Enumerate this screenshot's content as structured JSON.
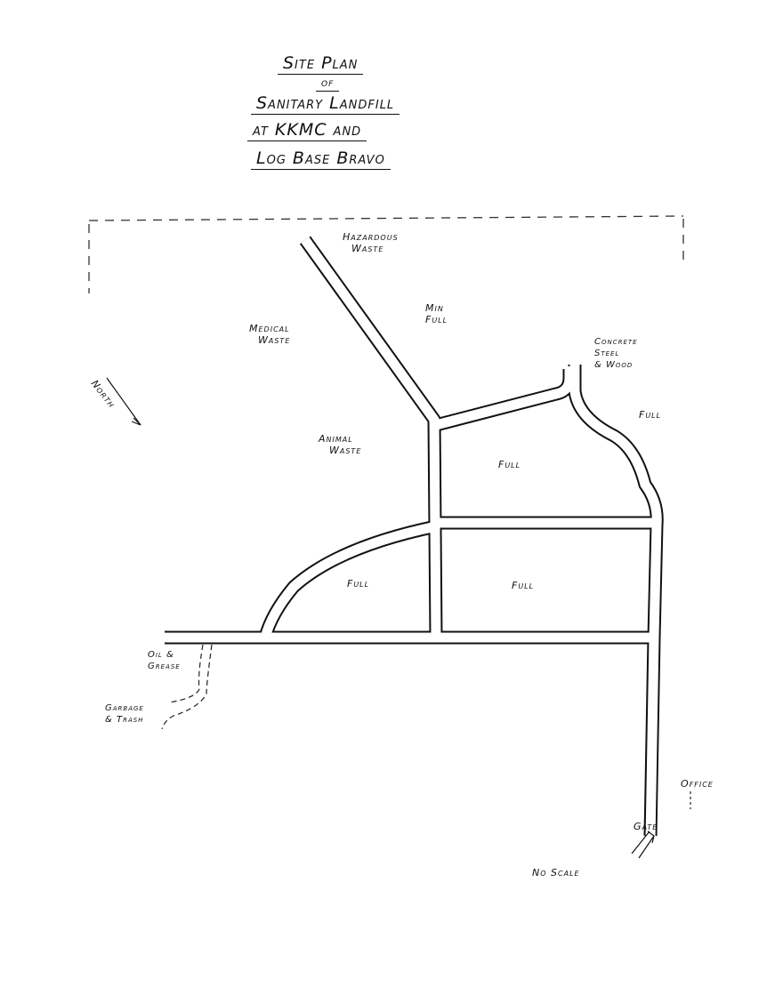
{
  "title": {
    "line1": "Site Plan",
    "line2": "of",
    "line3": "Sanitary Landfill",
    "line4": "at KKMC and",
    "line5": "Log Base Bravo"
  },
  "labels": {
    "hazardous": [
      "Hazardous",
      "Waste"
    ],
    "hazardous_status": [
      "Min",
      "Full"
    ],
    "medical": [
      "Medical",
      "Waste"
    ],
    "animal": [
      "Animal",
      "Waste"
    ],
    "concrete": [
      "Concrete",
      "Steel",
      "& Wood"
    ],
    "concrete_status": "Full",
    "cell_ne_status": "Full",
    "cell_sw_status": "Full",
    "cell_se_status": "Full",
    "oil": [
      "Oil &",
      "Grease"
    ],
    "garbage": [
      "Garbage",
      "& Trash"
    ],
    "office": "Office",
    "gate": "Gate",
    "north": "North",
    "scale": "No Scale"
  }
}
